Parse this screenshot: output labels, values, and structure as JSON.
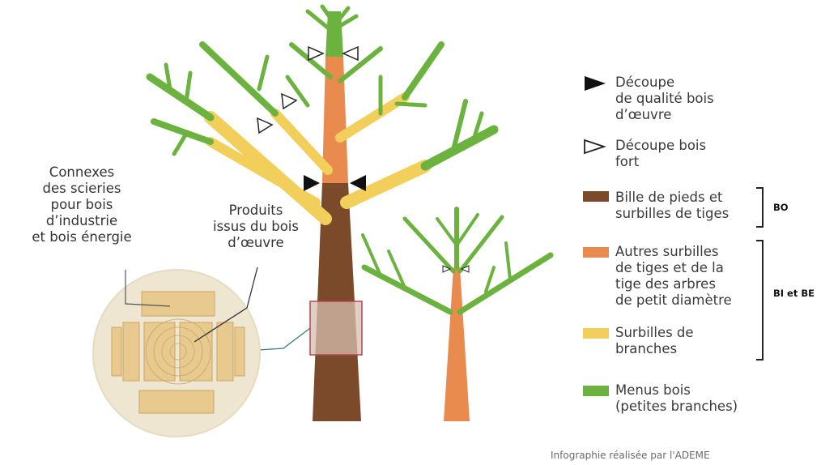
{
  "labels": {
    "connexes": [
      "Connexes",
      "des scieries",
      "pour bois",
      "d’industrie",
      "et bois énergie"
    ],
    "produits": [
      "Produits",
      "issus du bois",
      "d’œuvre"
    ]
  },
  "legend": {
    "items": [
      {
        "key": "cut-quality",
        "lines": [
          "Découpe",
          "de qualité bois",
          "d’œuvre"
        ]
      },
      {
        "key": "cut-strong",
        "lines": [
          "Découpe bois",
          "fort"
        ]
      },
      {
        "key": "bille-pieds",
        "lines": [
          "Bille de pieds et",
          "surbilles de tiges"
        ]
      },
      {
        "key": "autres-surbilles",
        "lines": [
          "Autres surbilles",
          "de tiges et de la",
          "tige des arbres",
          "de petit diamètre"
        ]
      },
      {
        "key": "surbilles-branches",
        "lines": [
          "Surbilles de",
          "branches"
        ]
      },
      {
        "key": "menus-bois",
        "lines": [
          "Menus bois",
          "(petites branches)"
        ]
      }
    ],
    "groups": {
      "bo": "BO",
      "bi_be": "BI et BE"
    }
  },
  "credit": "Infographie réalisée par l'ADEME",
  "colors": {
    "brown": "#7a4a2a",
    "orange": "#e98a4e",
    "yellow": "#f2cf5a",
    "green": "#6bb33e",
    "wood": "#e8c98e",
    "log_bg": "#eee6d0",
    "frame": "#b5474f"
  }
}
